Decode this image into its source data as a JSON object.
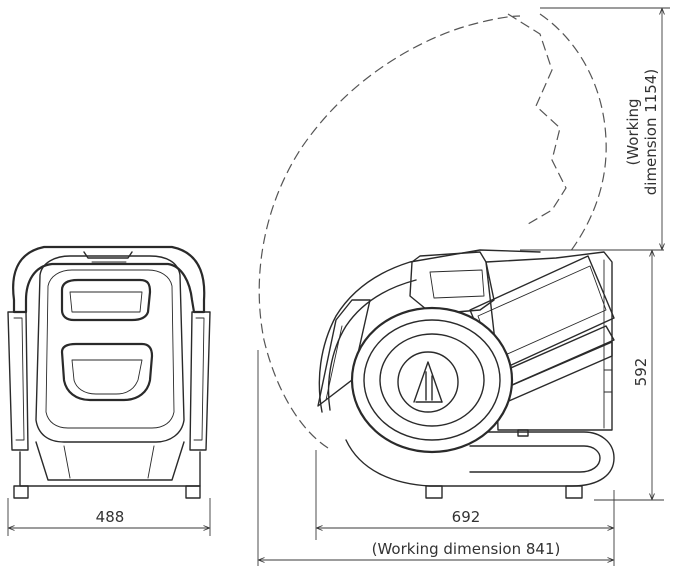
{
  "dimensions": {
    "front_width": "488",
    "side_depth": "692",
    "side_working_depth": "(Working dimension 841)",
    "side_height": "592",
    "working_height_line1": "(Working",
    "working_height_line2": "dimension 1154)"
  },
  "logo": {
    "icon": "audio-technica-logo-icon"
  }
}
